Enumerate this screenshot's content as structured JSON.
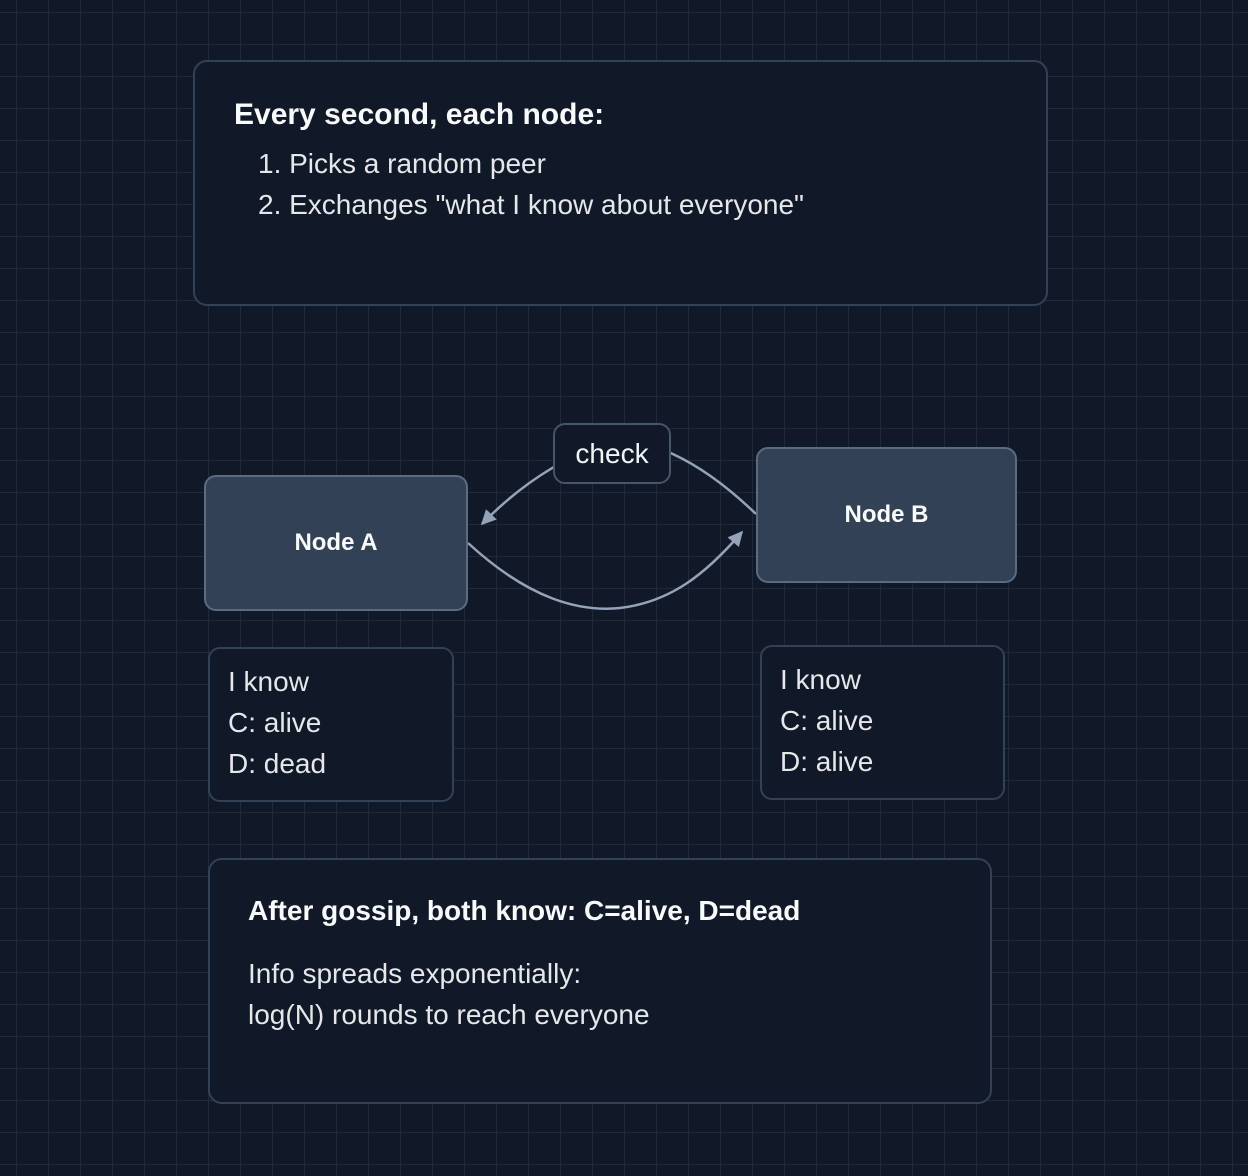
{
  "intro": {
    "title": "Every second, each node:",
    "steps": [
      "1. Picks a random peer",
      "2. Exchanges \"what I know about everyone\""
    ]
  },
  "nodes": {
    "a": {
      "label": "Node A"
    },
    "b": {
      "label": "Node B"
    }
  },
  "edge_label": "check",
  "knowledge": {
    "a": {
      "lines": [
        "I know",
        "C: alive",
        "D: dead"
      ]
    },
    "b": {
      "lines": [
        "I know",
        "C: alive",
        "D: alive"
      ]
    }
  },
  "summary": {
    "title": "After gossip, both know: C=alive, D=dead",
    "lines": [
      "Info spreads exponentially:",
      "log(N) rounds to reach everyone"
    ]
  },
  "colors": {
    "background": "#111827",
    "grid": "#1f2a3a",
    "node_fill": "#334155",
    "edge": "#94a3b8"
  }
}
